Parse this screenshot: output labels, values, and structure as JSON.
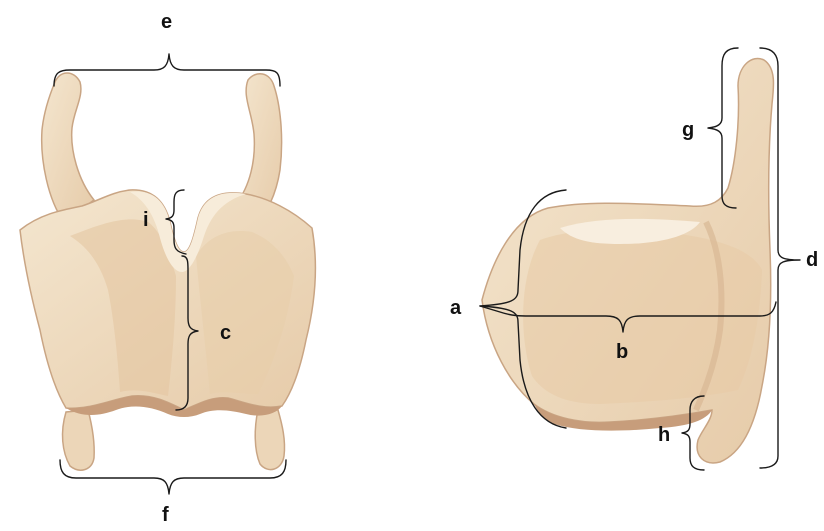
{
  "diagram": {
    "labels": {
      "a": "a",
      "b": "b",
      "c": "c",
      "d": "d",
      "e": "e",
      "f": "f",
      "g": "g",
      "h": "h",
      "i": "i"
    },
    "colors": {
      "cartilage_light": "#f3e3cb",
      "cartilage_mid": "#ead3b4",
      "cartilage_shadow": "#d6b391",
      "cartilage_dark": "#c49a78",
      "line": "#1a1a1a"
    }
  }
}
